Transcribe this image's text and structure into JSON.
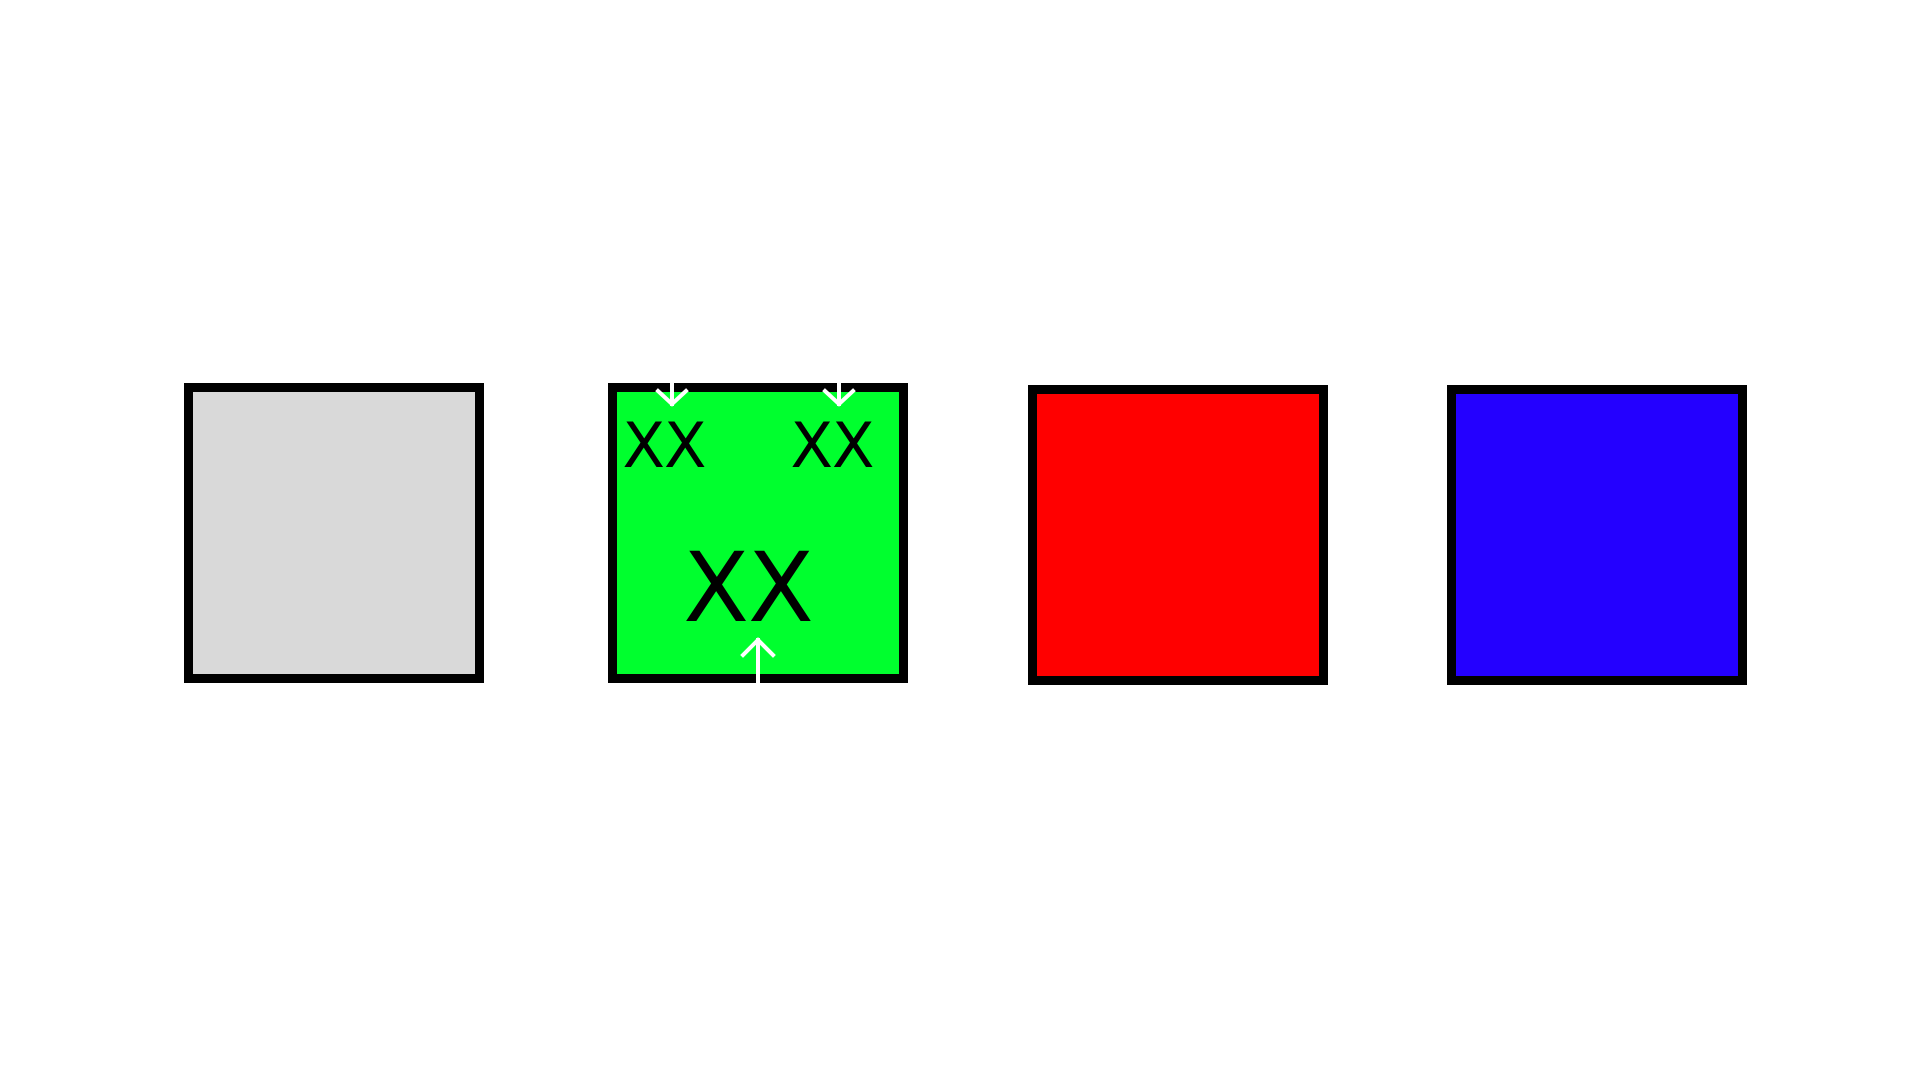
{
  "squares": [
    {
      "id": "gray",
      "fill": "#d9d9d9"
    },
    {
      "id": "green",
      "fill": "#00ff2e"
    },
    {
      "id": "red",
      "fill": "#ff0000"
    },
    {
      "id": "blue",
      "fill": "#2400ff"
    }
  ],
  "labels": {
    "top_left": "XX",
    "top_right": "XX",
    "center": "XX"
  },
  "colors": {
    "border": "#000000",
    "arrow": "#ffffff",
    "text": "#000000",
    "background": "#ffffff"
  },
  "arrows": [
    {
      "direction": "down",
      "icon": "arrow-down-icon"
    },
    {
      "direction": "down",
      "icon": "arrow-down-icon"
    },
    {
      "direction": "up",
      "icon": "arrow-up-icon"
    }
  ]
}
